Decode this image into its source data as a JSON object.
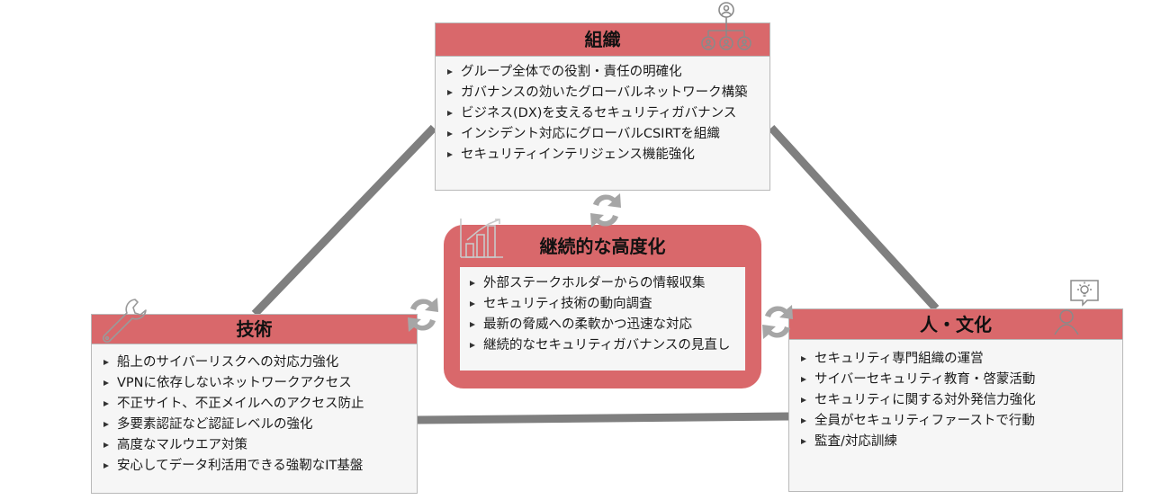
{
  "organization": {
    "title": "組織",
    "items": [
      "グループ全体での役割・責任の明確化",
      "ガバナンスの効いたグローバルネットワーク構築",
      "ビジネス(DX)を支えるセキュリティガバナンス",
      "インシデント対応にグローバルCSIRTを組織",
      "セキュリティインテリジェンス機能強化"
    ]
  },
  "technology": {
    "title": "技術",
    "items": [
      "船上のサイバーリスクへの対応力強化",
      "VPNに依存しないネットワークアクセス",
      "不正サイト、不正メイルへのアクセス防止",
      "多要素認証など認証レベルの強化",
      "高度なマルウエア対策",
      "安心してデータ利活用できる強靭なIT基盤"
    ]
  },
  "people_culture": {
    "title": "人・文化",
    "items": [
      "セキュリティ専門組織の運営",
      "サイバーセキュリティ教育・啓蒙活動",
      "セキュリティに関する対外発信力強化",
      "全員がセキュリティファーストで行動",
      "監査/対応訓練"
    ]
  },
  "continuous_improvement": {
    "title": "継続的な高度化",
    "items": [
      "外部ステークホルダーからの情報収集",
      "セキュリティ技術の動向調査",
      "最新の脅威への柔軟かつ迅速な対応",
      "継続的なセキュリティガバナンスの見直し"
    ]
  },
  "icons": {
    "organization": "org-chart-icon",
    "technology": "wrench-icon",
    "people_culture": "person-idea-icon",
    "continuous_improvement": "bar-chart-icon",
    "cycle": "cycle-arrows-icon"
  },
  "colors": {
    "header_red": "#d9686b",
    "connector_gray": "#7f7f7f",
    "cycle_gray": "#a6a6a6",
    "icon_gray": "#8a8a8a"
  }
}
